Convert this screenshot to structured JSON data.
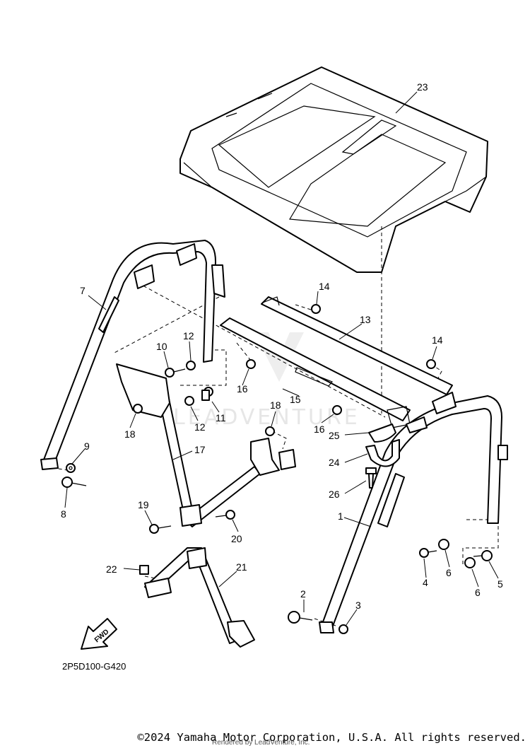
{
  "diagram_code": "2P5D100-G420",
  "fwd_label": "FWD",
  "watermark": "LEADVENTURE",
  "copyright": "©2024 Yamaha Motor Corporation, U.S.A. All rights reserved.",
  "rendered_by": "Rendered by LeadVenture, Inc.",
  "callouts": {
    "c1": "1",
    "c2": "2",
    "c3": "3",
    "c4": "4",
    "c5": "5",
    "c6a": "6",
    "c6b": "6",
    "c7": "7",
    "c8": "8",
    "c9": "9",
    "c10": "10",
    "c11": "11",
    "c12a": "12",
    "c12b": "12",
    "c13": "13",
    "c14a": "14",
    "c14b": "14",
    "c15": "15",
    "c16a": "16",
    "c16b": "16",
    "c17": "17",
    "c18a": "18",
    "c18b": "18",
    "c19": "19",
    "c20": "20",
    "c21": "21",
    "c22": "22",
    "c23": "23",
    "c24": "24",
    "c25": "25",
    "c26": "26"
  }
}
